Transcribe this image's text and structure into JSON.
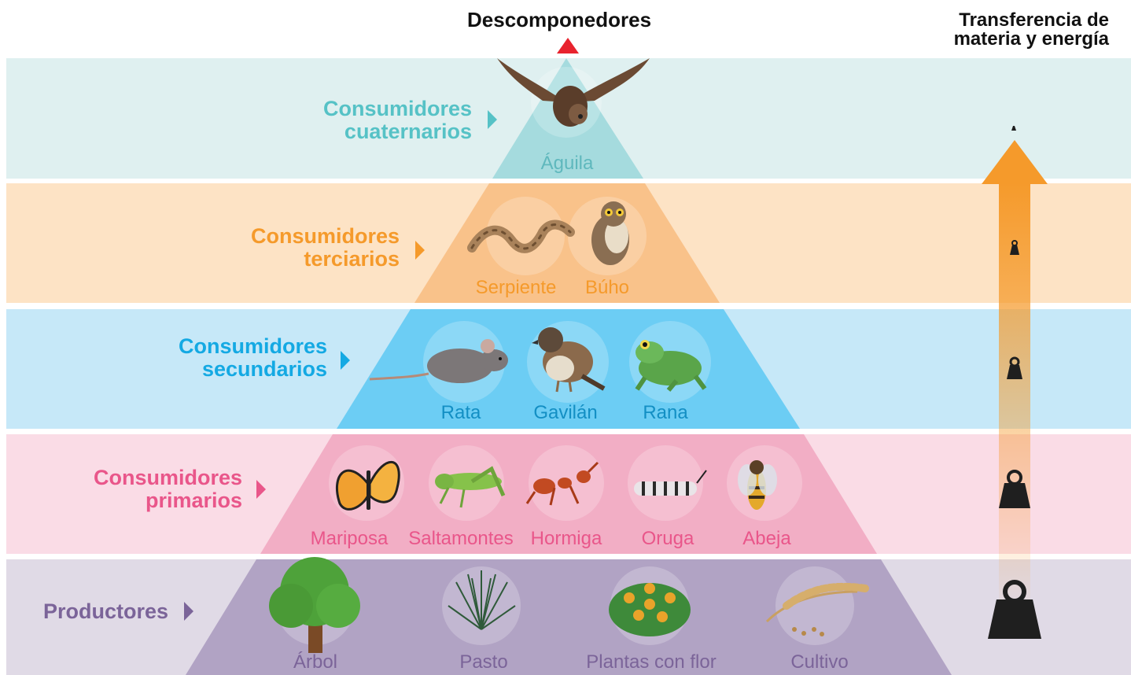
{
  "header": {
    "decomposers": "Descomponedores",
    "transfer_line1": "Transferencia de",
    "transfer_line2": "materia y energía"
  },
  "levels": [
    {
      "line1": "Consumidores",
      "line2": "cuaternarios",
      "color": "#56c2c6",
      "band": "#dff0f0",
      "tri": "#a5dbde",
      "organisms": [
        {
          "label": "Águila",
          "icon": "eagle-icon"
        }
      ]
    },
    {
      "line1": "Consumidores",
      "line2": "terciarios",
      "color": "#f59a2b",
      "band": "#fde3c5",
      "tri": "#f9c28a",
      "organisms": [
        {
          "label": "Serpiente",
          "icon": "snake-icon"
        },
        {
          "label": "Búho",
          "icon": "owl-icon"
        }
      ]
    },
    {
      "line1": "Consumidores",
      "line2": "secundarios",
      "color": "#14a9e3",
      "band": "#c6e8f8",
      "tri": "#6ccdf4",
      "organisms": [
        {
          "label": "Rata",
          "icon": "rat-icon"
        },
        {
          "label": "Gavilán",
          "icon": "sparrow-icon"
        },
        {
          "label": "Rana",
          "icon": "frog-icon"
        }
      ]
    },
    {
      "line1": "Consumidores",
      "line2": "primarios",
      "color": "#e9568a",
      "band": "#fadce6",
      "tri": "#f2aec5",
      "organisms": [
        {
          "label": "Mariposa",
          "icon": "butterfly-icon"
        },
        {
          "label": "Saltamontes",
          "icon": "grasshopper-icon"
        },
        {
          "label": "Hormiga",
          "icon": "ant-icon"
        },
        {
          "label": "Oruga",
          "icon": "caterpillar-icon"
        },
        {
          "label": "Abeja",
          "icon": "bee-icon"
        }
      ]
    },
    {
      "line1": "Productores",
      "line2": "",
      "color": "#7b6499",
      "band": "#e0dae6",
      "tri": "#b1a3c4",
      "organisms": [
        {
          "label": "Árbol",
          "icon": "tree-icon"
        },
        {
          "label": "Pasto",
          "icon": "grass-icon"
        },
        {
          "label": "Plantas con flor",
          "icon": "flowering-plant-icon"
        },
        {
          "label": "Cultivo",
          "icon": "crop-icon"
        }
      ]
    }
  ],
  "colors": {
    "arrow": "#f59a2b",
    "decomposer_marker": "#e8232e",
    "weight": "#1f1f1f"
  }
}
